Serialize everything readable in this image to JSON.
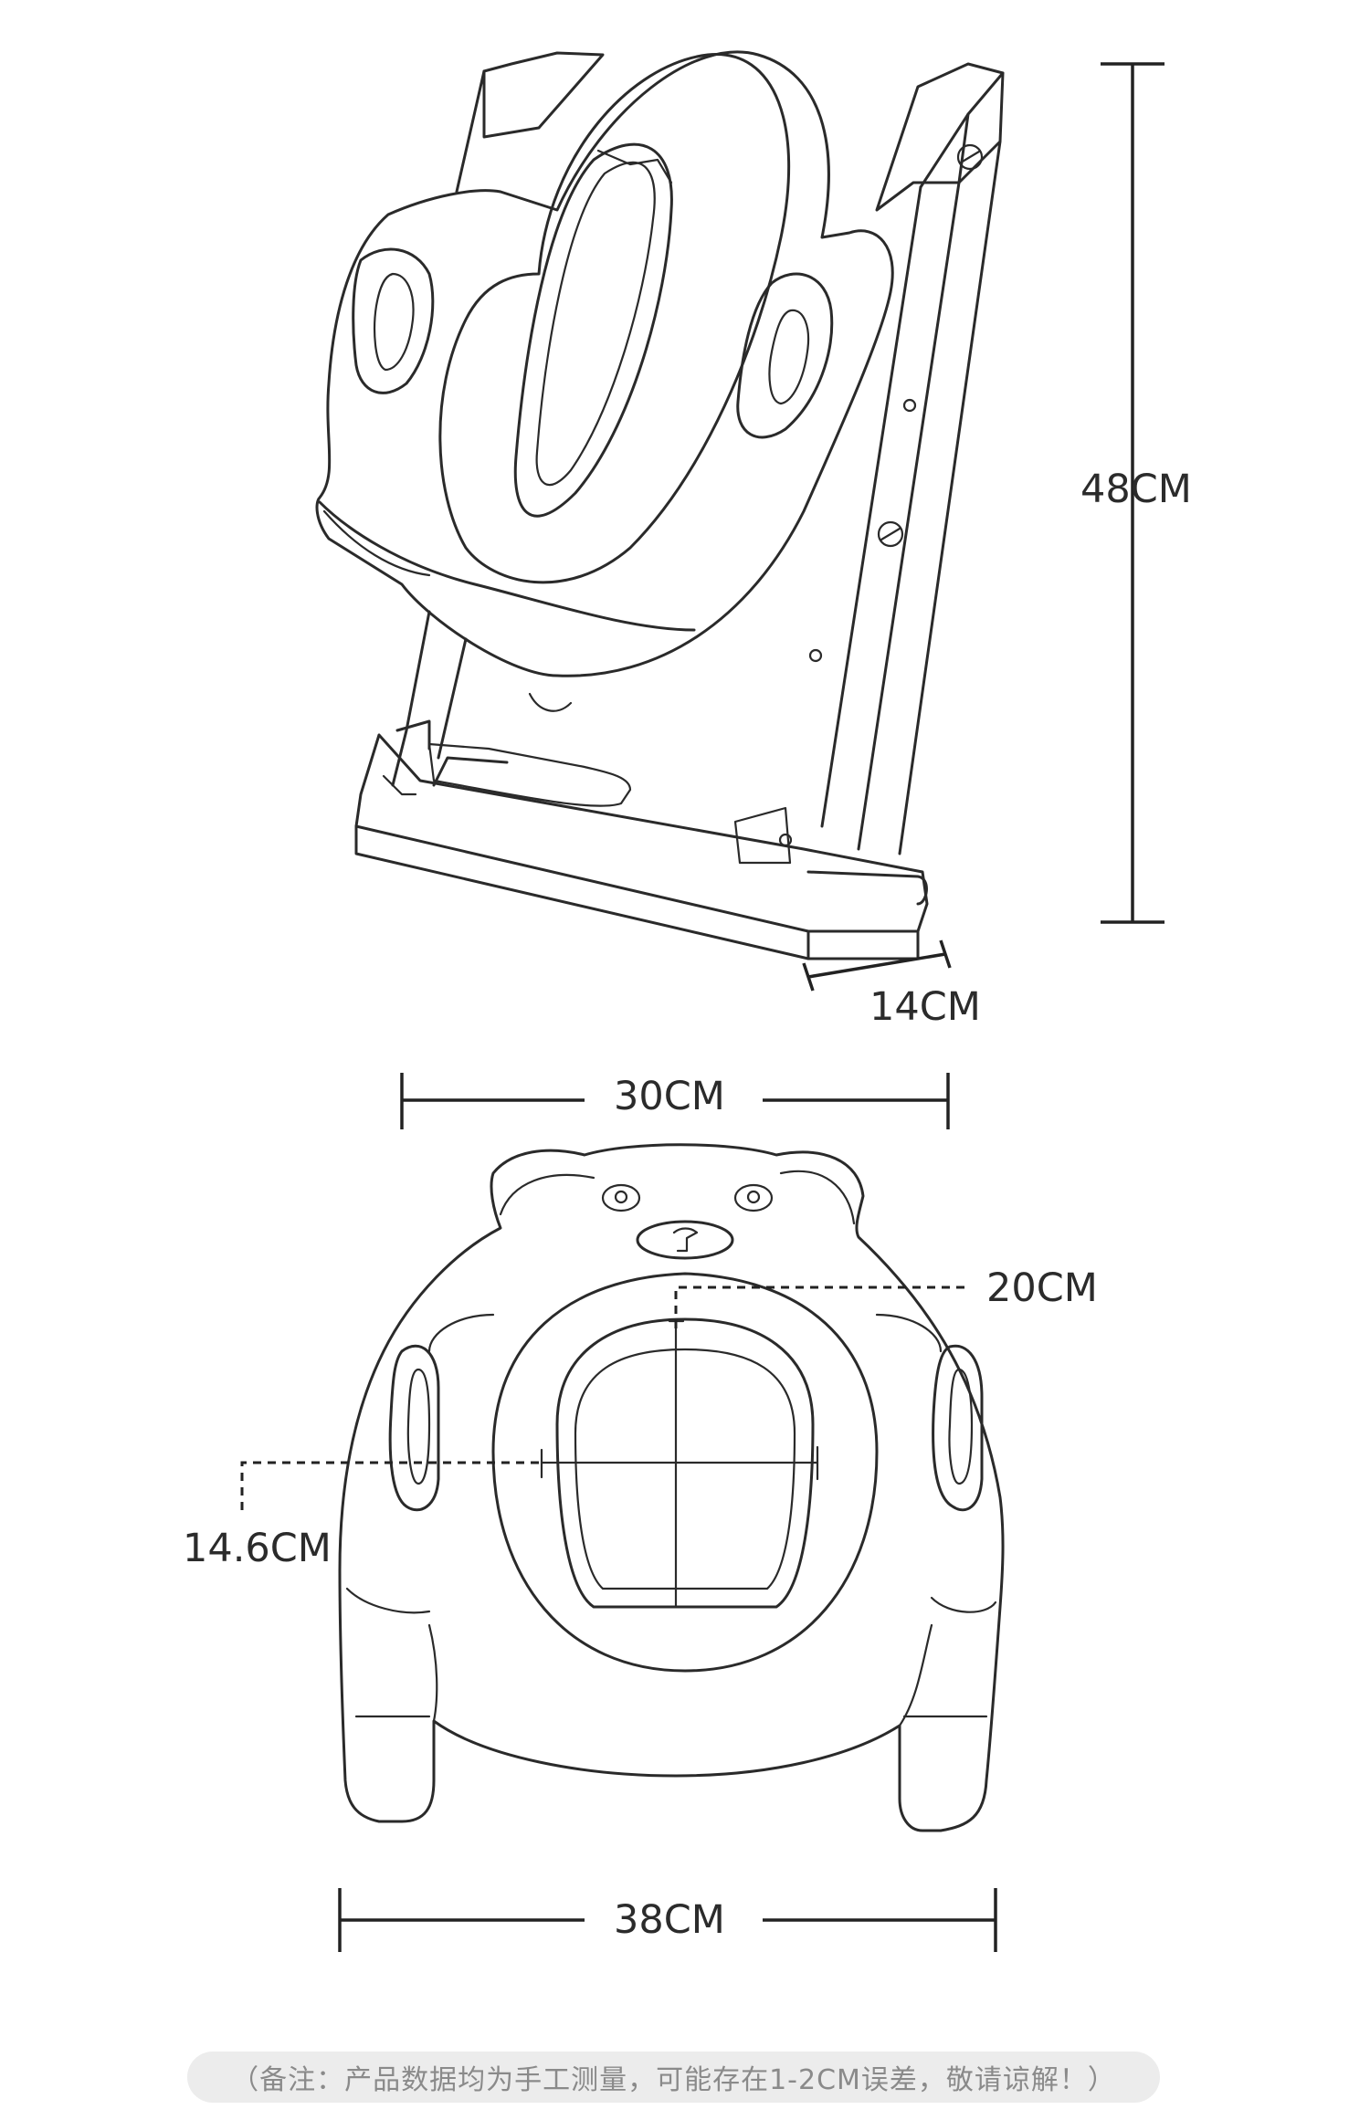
{
  "dimensions": {
    "height": "48CM",
    "depth": "14CM",
    "top_width": "30CM",
    "opening_length": "20CM",
    "opening_width": "14.6CM",
    "base_width": "38CM"
  },
  "note": "（备注：产品数据均为手工测量，可能存在1-2CM误差，敬请谅解！）"
}
